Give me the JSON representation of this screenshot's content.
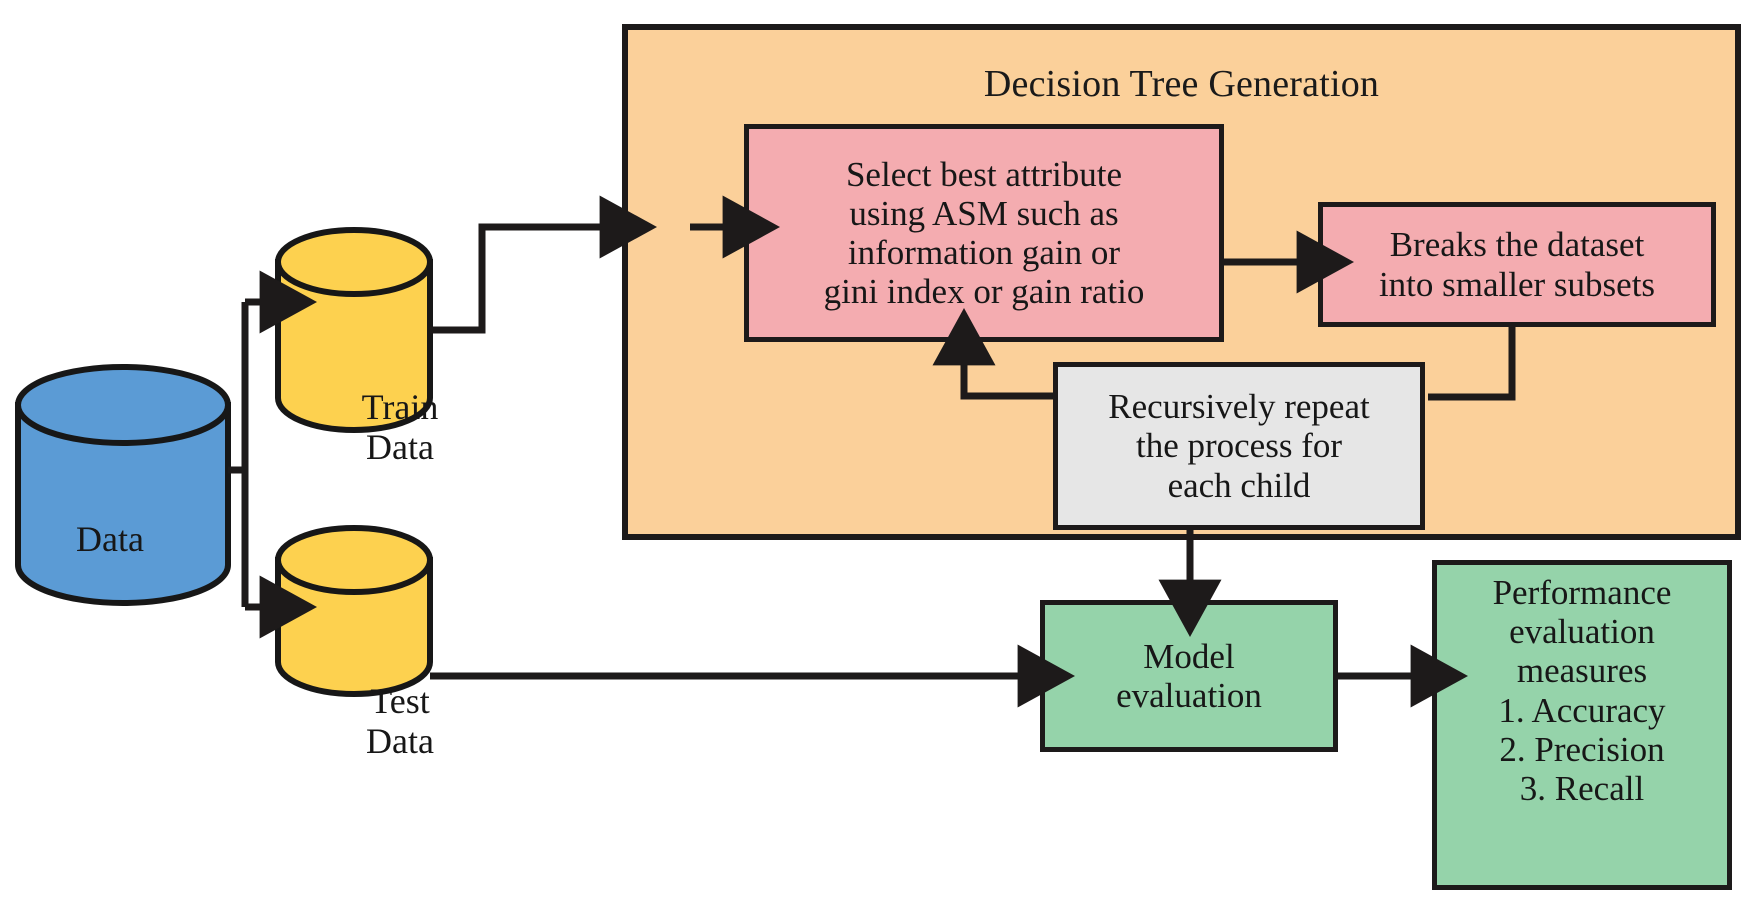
{
  "diagram": {
    "title": "Decision Tree Generation",
    "type": "flowchart",
    "colors": {
      "container_orange": "#fbd09a",
      "process_pink": "#f4acb0",
      "recursive_gray": "#e6e6e6",
      "result_green": "#95d3aa",
      "source_blue": "#5b9bd5",
      "split_yellow": "#fdd14f",
      "stroke_black": "#1d1a1a"
    }
  },
  "nodes": {
    "data_cylinder": {
      "label": "Data",
      "shape": "cylinder",
      "color": "#5b9bd5"
    },
    "train_cylinder": {
      "label_line1": "Train",
      "label_line2": "Data",
      "shape": "cylinder",
      "color": "#fdd14f"
    },
    "test_cylinder": {
      "label_line1": "Test",
      "label_line2": "Data",
      "shape": "cylinder",
      "color": "#fdd14f"
    },
    "select_attribute": {
      "line1": "Select best attribute",
      "line2": "using ASM such as",
      "line3": "information gain or",
      "line4": "gini index or gain ratio"
    },
    "breaks_dataset": {
      "line1": "Breaks the dataset",
      "line2": "into smaller subsets"
    },
    "recursive_repeat": {
      "line1": "Recursively repeat",
      "line2": "the process for",
      "line3": "each child"
    },
    "model_evaluation": {
      "line1": "Model",
      "line2": "evaluation"
    },
    "performance_measures": {
      "line1": "Performance",
      "line2": "evaluation",
      "line3": "measures",
      "item1": "1. Accuracy",
      "item2": "2. Precision",
      "item3": "3. Recall"
    }
  },
  "edges": [
    {
      "from": "data_cylinder",
      "to": "train_cylinder"
    },
    {
      "from": "data_cylinder",
      "to": "test_cylinder"
    },
    {
      "from": "train_cylinder",
      "to": "select_attribute"
    },
    {
      "from": "select_attribute",
      "to": "breaks_dataset"
    },
    {
      "from": "breaks_dataset",
      "to": "recursive_repeat"
    },
    {
      "from": "recursive_repeat",
      "to": "select_attribute"
    },
    {
      "from": "recursive_repeat",
      "to": "model_evaluation"
    },
    {
      "from": "test_cylinder",
      "to": "model_evaluation"
    },
    {
      "from": "model_evaluation",
      "to": "performance_measures"
    }
  ]
}
